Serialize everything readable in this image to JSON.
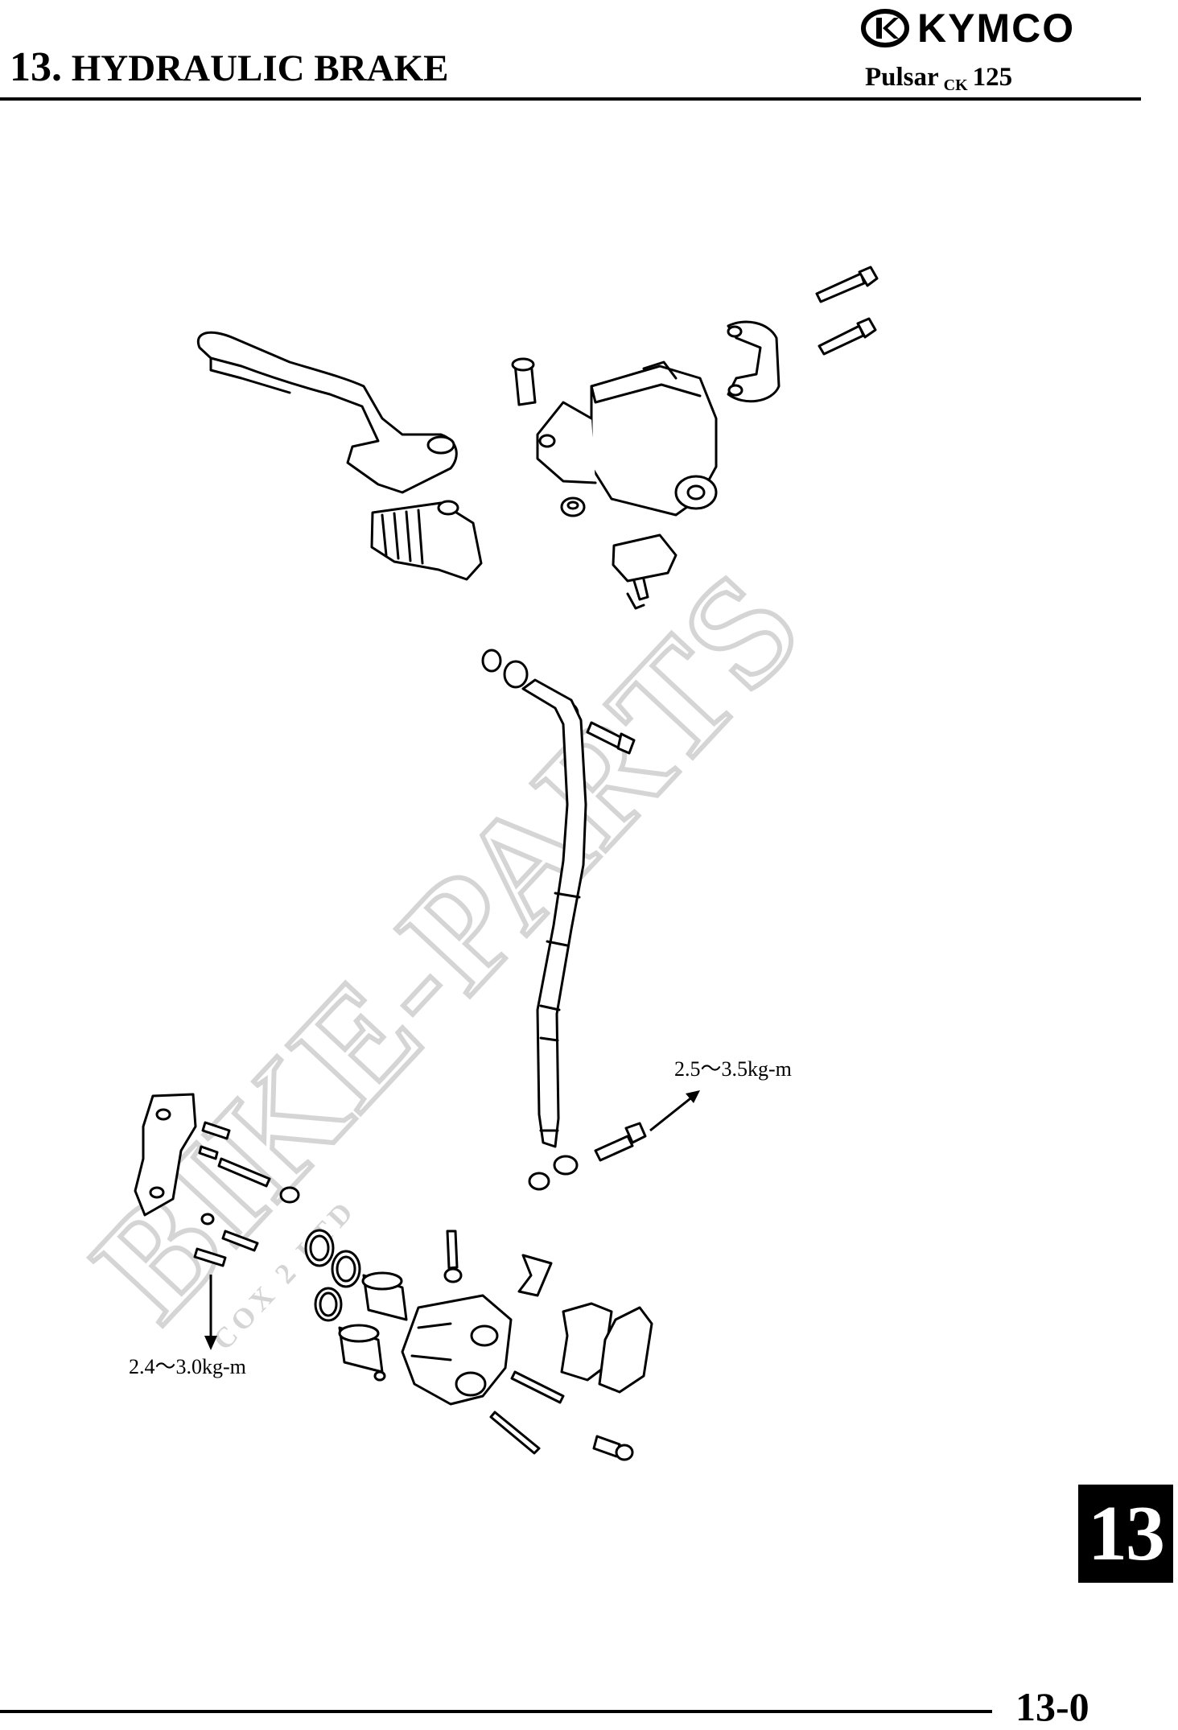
{
  "header": {
    "brand": "KYMCO",
    "chapter_number": "13.",
    "chapter_title": "HYDRAULIC BRAKE",
    "model_name": "Pulsar",
    "model_sub": "CK",
    "model_cc": "125"
  },
  "diagram": {
    "torque_hose_bolt": "2.5～3.5kg-m",
    "torque_caliper_bracket": "2.4～3.0kg-m",
    "watermark_main": "BIKE-PARTS",
    "watermark_small": "COX 2 LTD"
  },
  "side_tab": "13",
  "footer": {
    "page_number": "13-0"
  }
}
